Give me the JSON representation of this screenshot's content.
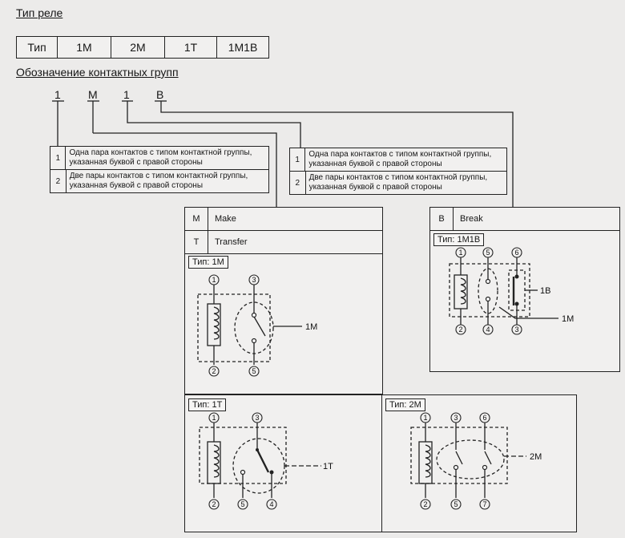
{
  "title_relay_type": "Тип реле",
  "type_table": [
    "Тип",
    "1M",
    "2M",
    "1T",
    "1M1B"
  ],
  "title_contact_groups": "Обозначение контактных групп",
  "code": [
    "1",
    "M",
    "1",
    "B"
  ],
  "legend_left": [
    {
      "num": "1",
      "text": "Одна пара контактов с типом контактной группы, указанная буквой с правой стороны"
    },
    {
      "num": "2",
      "text": "Две пары контактов с типом контактной группы, указанная буквой с правой стороны"
    }
  ],
  "legend_right": [
    {
      "num": "1",
      "text": "Одна пара контактов с типом контактной группы, указанная буквой с правой стороны"
    },
    {
      "num": "2",
      "text": "Две пары контактов с типом контактной группы, указанная буквой с правой стороны"
    }
  ],
  "modes_left": [
    {
      "key": "M",
      "value": "Make"
    },
    {
      "key": "T",
      "value": "Transfer"
    }
  ],
  "modes_right": [
    {
      "key": "B",
      "value": "Break"
    }
  ],
  "diagrams": {
    "type_1m": {
      "tag": "Тип: 1M",
      "pins": [
        "1",
        "3",
        "2",
        "5"
      ],
      "callout": "1M"
    },
    "type_1m1b": {
      "tag": "Тип: 1M1B",
      "pins": [
        "1",
        "5",
        "6",
        "2",
        "4",
        "3"
      ],
      "callout_b": "1B",
      "callout_m": "1M"
    },
    "type_1t": {
      "tag": "Тип: 1T",
      "pins": [
        "1",
        "3",
        "2",
        "5",
        "4"
      ],
      "callout": "1T"
    },
    "type_2m": {
      "tag": "Тип: 2M",
      "pins": [
        "1",
        "3",
        "6",
        "2",
        "5",
        "7"
      ],
      "callout": "2M"
    }
  }
}
